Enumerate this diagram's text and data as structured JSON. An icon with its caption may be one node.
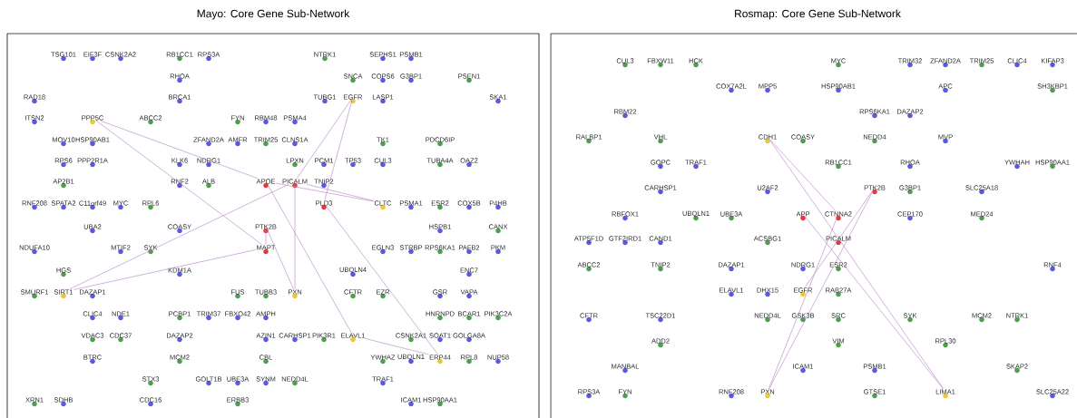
{
  "diagram": {
    "nodes": [
      {
        "text": [
          "Mayo: Core Gene Sub-Network"
        ]
      },
      {
        "text": [
          "TSG101"
        ],
        "in": 0
      },
      {
        "text": [
          "EIF3F"
        ],
        "in": 0
      },
      {
        "text": [
          "CSNK2A2"
        ],
        "in": 0
      },
      {
        "text": [
          "RB1CC1"
        ],
        "in": 0
      },
      {
        "text": [
          "RPS3A"
        ],
        "in": 0
      },
      {
        "text": [
          "NTRK1"
        ],
        "in": 0
      },
      {
        "text": [
          "SEPHS1"
        ],
        "in": 0
      },
      {
        "text": [
          "PSMB1"
        ],
        "in": 0
      },
      {
        "text": [
          "RHOA"
        ],
        "in": 0
      },
      {
        "text": [
          "SNCA"
        ],
        "in": 0
      },
      {
        "text": [
          "COPS6"
        ],
        "in": 0
      },
      {
        "text": [
          "G3BP1"
        ],
        "in": 0
      },
      {
        "text": [
          "PSEN1"
        ],
        "in": 0
      },
      {
        "text": [
          "RAD18"
        ],
        "in": 0
      },
      {
        "text": [
          "BRCA1"
        ],
        "in": 0
      },
      {
        "text": [
          "TUBG1"
        ],
        "in": 0
      },
      {
        "text": [
          "EGFR"
        ],
        "in": 0
      },
      {
        "text": [
          "LASP1"
        ],
        "in": 0
      },
      {
        "text": [
          "SKA1"
        ],
        "in": 0
      },
      {
        "text": [
          "ITSN2"
        ],
        "in": 0
      },
      {
        "text": [
          "PPP5C"
        ],
        "in": 0
      },
      {
        "text": [
          "ABCC2"
        ],
        "in": 0
      },
      {
        "text": [
          "FYN"
        ],
        "in": 0
      },
      {
        "text": [
          "RBM48"
        ],
        "in": 0
      },
      {
        "text": [
          "PSMA4"
        ],
        "in": 0
      },
      {
        "text": [
          "MOV10"
        ],
        "in": 0
      },
      {
        "text": [
          "HSP90AB1"
        ],
        "in": 0
      },
      {
        "text": [
          "ZFAND2A"
        ],
        "in": 0
      },
      {
        "text": [
          "AMFR"
        ],
        "in": 0
      },
      {
        "text": [
          "TRIM25"
        ],
        "in": 0
      },
      {
        "text": [
          "CLNS1A"
        ],
        "in": 0
      },
      {
        "text": [
          "TK1"
        ],
        "in": 0
      },
      {
        "text": [
          "PDCD6IP"
        ],
        "in": 0
      },
      {
        "text": [
          "RPS6"
        ],
        "in": 0
      },
      {
        "text": [
          "PPP2R1A"
        ],
        "in": 0
      },
      {
        "text": [
          "KLK6"
        ],
        "in": 0
      },
      {
        "text": [
          "NDRG1"
        ],
        "in": 0
      },
      {
        "text": [
          "LPXN"
        ],
        "in": 0
      },
      {
        "text": [
          "PCM1"
        ],
        "in": 0
      },
      {
        "text": [
          "TP53"
        ],
        "in": 0
      },
      {
        "text": [
          "CUL3"
        ],
        "in": 0
      },
      {
        "text": [
          "TUBA4A"
        ],
        "in": 0
      },
      {
        "text": [
          "OAZ2"
        ],
        "in": 0
      },
      {
        "text": [
          "AP2B1"
        ],
        "in": 0
      },
      {
        "text": [
          "RNF2"
        ],
        "in": 0
      },
      {
        "text": [
          "ALB"
        ],
        "in": 0
      },
      {
        "text": [
          "APOE"
        ],
        "in": 0
      },
      {
        "text": [
          "PICALM"
        ],
        "in": 0
      },
      {
        "text": [
          "TNIP2"
        ],
        "in": 0
      },
      {
        "text": [
          "RNF208"
        ],
        "in": 0
      },
      {
        "text": [
          "SPATA2"
        ],
        "in": 0
      },
      {
        "text": [
          "C11orf49"
        ],
        "in": 0
      },
      {
        "text": [
          "MYC"
        ],
        "in": 0
      },
      {
        "text": [
          "RPL6"
        ],
        "in": 0
      },
      {
        "text": [
          "PLD3"
        ],
        "in": 0
      },
      {
        "text": [
          "CLTC"
        ],
        "in": 0
      },
      {
        "text": [
          "PSMA1"
        ],
        "in": 0
      },
      {
        "text": [
          "ESR2"
        ],
        "in": 0
      },
      {
        "text": [
          "COX5B"
        ],
        "in": 0
      },
      {
        "text": [
          "P4HB"
        ],
        "in": 0
      },
      {
        "text": [
          "UBA2"
        ],
        "in": 0
      },
      {
        "text": [
          "COASY"
        ],
        "in": 0
      },
      {
        "text": [
          "PTK2B"
        ],
        "in": 0
      },
      {
        "text": [
          "HSPB1"
        ],
        "in": 0
      },
      {
        "text": [
          "CANX"
        ],
        "in": 0
      },
      {
        "text": [
          "NDUFA10"
        ],
        "in": 0
      },
      {
        "text": [
          "MTIF2"
        ],
        "in": 0
      },
      {
        "text": [
          "SYK"
        ],
        "in": 0
      },
      {
        "text": [
          "MAPT"
        ],
        "in": 0
      },
      {
        "text": [
          "EGLN3"
        ],
        "in": 0
      },
      {
        "text": [
          "STRBP"
        ],
        "in": 0
      },
      {
        "text": [
          "RPS6KA1"
        ],
        "in": 0
      },
      {
        "text": [
          "PAFB2"
        ],
        "in": 0
      },
      {
        "text": [
          "PKM"
        ],
        "in": 0
      },
      {
        "text": [
          "HGS"
        ],
        "in": 0
      },
      {
        "text": [
          "KDM1A"
        ],
        "in": 0
      },
      {
        "text": [
          "UBQLN4"
        ],
        "in": 0
      },
      {
        "text": [
          "ENC7"
        ],
        "in": 0
      },
      {
        "text": [
          "SMURF1"
        ],
        "in": 0
      },
      {
        "text": [
          "SIRT1"
        ],
        "in": 0
      },
      {
        "text": [
          "DAZAP1"
        ],
        "in": 0
      },
      {
        "text": [
          "FUS"
        ],
        "in": 0
      },
      {
        "text": [
          "TUBB3"
        ],
        "in": 0
      },
      {
        "text": [
          "PXN"
        ],
        "in": 0
      },
      {
        "text": [
          "CFTR"
        ],
        "in": 0
      },
      {
        "text": [
          "EZR"
        ],
        "in": 0
      },
      {
        "text": [
          "GSR"
        ],
        "in": 0
      },
      {
        "text": [
          "VAPA"
        ],
        "in": 0
      },
      {
        "text": [
          "CLIC4"
        ],
        "in": 0
      },
      {
        "text": [
          "NDE1"
        ],
        "in": 0
      },
      {
        "text": [
          "PCBP1"
        ],
        "in": 0
      },
      {
        "text": [
          "TRIM37"
        ],
        "in": 0
      },
      {
        "text": [
          "FBXO42"
        ],
        "in": 0
      },
      {
        "text": [
          "AMPH"
        ],
        "in": 0
      },
      {
        "text": [
          "HNRNPD"
        ],
        "in": 0
      },
      {
        "text": [
          "BCAR1"
        ],
        "in": 0
      },
      {
        "text": [
          "PIK3C2A"
        ],
        "in": 0
      },
      {
        "text": [
          "VDAC3"
        ],
        "in": 0
      },
      {
        "text": [
          "CDC37"
        ],
        "in": 0
      },
      {
        "text": [
          "DAZAP2"
        ],
        "in": 0
      },
      {
        "text": [
          "AZIN1"
        ],
        "in": 0
      },
      {
        "text": [
          "CARHSP1"
        ],
        "in": 0
      },
      {
        "text": [
          "PIK3R1"
        ],
        "in": 0
      },
      {
        "text": [
          "ELAVL1"
        ],
        "in": 0
      },
      {
        "text": [
          "CSNK2A1"
        ],
        "in": 0
      },
      {
        "text": [
          "SOAT1"
        ],
        "in": 0
      },
      {
        "text": [
          "GOLGA8A"
        ],
        "in": 0
      },
      {
        "text": [
          "BTRC"
        ],
        "in": 0
      },
      {
        "text": [
          "MCM2"
        ],
        "in": 0
      },
      {
        "text": [
          "CBL"
        ],
        "in": 0
      },
      {
        "text": [
          "YWHAZ"
        ],
        "in": 0
      },
      {
        "text": [
          "UBQLN1"
        ],
        "in": 0
      },
      {
        "text": [
          "ERP44"
        ],
        "in": 0
      },
      {
        "text": [
          "RPL8"
        ],
        "in": 0
      },
      {
        "text": [
          "NUP58"
        ],
        "in": 0
      },
      {
        "text": [
          "STX3"
        ],
        "in": 0
      },
      {
        "text": [
          "GOLT1B"
        ],
        "in": 0
      },
      {
        "text": [
          "UBE3A"
        ],
        "in": 0
      },
      {
        "text": [
          "SYNM"
        ],
        "in": 0
      },
      {
        "text": [
          "NEDD4L"
        ],
        "in": 0
      },
      {
        "text": [
          "TRAF1"
        ],
        "in": 0
      },
      {
        "text": [
          "XRN1"
        ],
        "in": 0
      },
      {
        "text": [
          "SDHB"
        ],
        "in": 0
      },
      {
        "text": [
          "CDC16"
        ],
        "in": 0
      },
      {
        "text": [
          "ERBB3"
        ],
        "in": 0
      },
      {
        "text": [
          "ICAM1"
        ],
        "in": 0
      },
      {
        "text": [
          "HSP90AA1"
        ],
        "in": 0
      },
      {
        "text": [
          "Rosmap: Core Gene Sub-Network"
        ]
      },
      {
        "text": [
          "CUL3"
        ],
        "in": 128
      },
      {
        "text": [
          "FBXW11"
        ],
        "in": 128
      },
      {
        "text": [
          "HCK"
        ],
        "in": 128
      },
      {
        "text": [
          "MYC"
        ],
        "in": 128
      },
      {
        "text": [
          "TRIM32"
        ],
        "in": 128
      },
      {
        "text": [
          "ZFAND2A"
        ],
        "in": 128
      },
      {
        "text": [
          "TRIM25"
        ],
        "in": 128
      },
      {
        "text": [
          "CLIC4"
        ],
        "in": 128
      },
      {
        "text": [
          "KIFAP3"
        ],
        "in": 128
      },
      {
        "text": [
          "COX7A2L"
        ],
        "in": 128
      },
      {
        "text": [
          "MPP5"
        ],
        "in": 128
      },
      {
        "text": [
          "HSP90AB1"
        ],
        "in": 128
      },
      {
        "text": [
          "APC"
        ],
        "in": 128
      },
      {
        "text": [
          "SH3KBP1"
        ],
        "in": 128
      },
      {
        "text": [
          "RBM22"
        ],
        "in": 128
      },
      {
        "text": [
          "RPS6KA1"
        ],
        "in": 128
      },
      {
        "text": [
          "DAZAP2"
        ],
        "in": 128
      },
      {
        "text": [
          "RALBP1"
        ],
        "in": 128
      },
      {
        "text": [
          "VHL"
        ],
        "in": 128
      },
      {
        "text": [
          "CDH1"
        ],
        "in": 128
      },
      {
        "text": [
          "COASY"
        ],
        "in": 128
      },
      {
        "text": [
          "NEDD4"
        ],
        "in": 128
      },
      {
        "text": [
          "MVP"
        ],
        "in": 128
      },
      {
        "text": [
          "GOPC"
        ],
        "in": 128
      },
      {
        "text": [
          "TRAF1"
        ],
        "in": 128
      },
      {
        "text": [
          "RB1CC1"
        ],
        "in": 128
      },
      {
        "text": [
          "RHOA"
        ],
        "in": 128
      },
      {
        "text": [
          "YWHAH"
        ],
        "in": 128
      },
      {
        "text": [
          "HSP90AA1"
        ],
        "in": 128
      },
      {
        "text": [
          "CARHSP1"
        ],
        "in": 128
      },
      {
        "text": [
          "U2AF2"
        ],
        "in": 128
      },
      {
        "text": [
          "PTK2B"
        ],
        "in": 128
      },
      {
        "text": [
          "G3BP1"
        ],
        "in": 128
      },
      {
        "text": [
          "SLC25A18"
        ],
        "in": 128
      },
      {
        "text": [
          "RBFOX1"
        ],
        "in": 128
      },
      {
        "text": [
          "UBQLN1"
        ],
        "in": 128
      },
      {
        "text": [
          "UBE3A"
        ],
        "in": 128
      },
      {
        "text": [
          "APP"
        ],
        "in": 128
      },
      {
        "text": [
          "CTNNA2"
        ],
        "in": 128
      },
      {
        "text": [
          "CEP170"
        ],
        "in": 128
      },
      {
        "text": [
          "MED24"
        ],
        "in": 128
      },
      {
        "text": [
          "ATP5F1D"
        ],
        "in": 128
      },
      {
        "text": [
          "GTF2IRD1"
        ],
        "in": 128
      },
      {
        "text": [
          "CAND1"
        ],
        "in": 128
      },
      {
        "text": [
          "ACSBG1"
        ],
        "in": 128
      },
      {
        "text": [
          "PICALM"
        ],
        "in": 128
      },
      {
        "text": [
          "ABCC2"
        ],
        "in": 128
      },
      {
        "text": [
          "TNIP2"
        ],
        "in": 128
      },
      {
        "text": [
          "DAZAP1"
        ],
        "in": 128
      },
      {
        "text": [
          "NDRG1"
        ],
        "in": 128
      },
      {
        "text": [
          "ESR2"
        ],
        "in": 128
      },
      {
        "text": [
          "RNF4"
        ],
        "in": 128
      },
      {
        "text": [
          "ELAVL1"
        ],
        "in": 128
      },
      {
        "text": [
          "DHX15"
        ],
        "in": 128
      },
      {
        "text": [
          "EGFR"
        ],
        "in": 128
      },
      {
        "text": [
          "RAB27A"
        ],
        "in": 128
      },
      {
        "text": [
          "CFTR"
        ],
        "in": 128
      },
      {
        "text": [
          "TSC22D1"
        ],
        "in": 128
      },
      {
        "text": [
          "NEDD4L"
        ],
        "in": 128
      },
      {
        "text": [
          "GSK3B"
        ],
        "in": 128
      },
      {
        "text": [
          "SRC"
        ],
        "in": 128
      },
      {
        "text": [
          "SYK"
        ],
        "in": 128
      },
      {
        "text": [
          "MCM2"
        ],
        "in": 128
      },
      {
        "text": [
          "NTRK1"
        ],
        "in": 128
      },
      {
        "text": [
          "ADD2"
        ],
        "in": 128
      },
      {
        "text": [
          "VIM"
        ],
        "in": 128
      },
      {
        "text": [
          "RPL30"
        ],
        "in": 128
      },
      {
        "text": [
          "MANBAL"
        ],
        "in": 128
      },
      {
        "text": [
          "ICAM1"
        ],
        "in": 128
      },
      {
        "text": [
          "PSMB1"
        ],
        "in": 128
      },
      {
        "text": [
          "SKAP2"
        ],
        "in": 128
      },
      {
        "text": [
          "RPS3A"
        ],
        "in": 128
      },
      {
        "text": [
          "FYN"
        ],
        "in": 128
      },
      {
        "text": [
          "RNF208"
        ],
        "in": 128
      },
      {
        "text": [
          "PXN"
        ],
        "in": 128
      },
      {
        "text": [
          "GTSE1"
        ],
        "in": 128
      },
      {
        "text": [
          "LIMA1"
        ],
        "in": 128
      },
      {
        "text": [
          "SLC25A22"
        ],
        "in": 128
      }
    ],
    "edges": [
      {
        "from": 21,
        "to": 47,
        "arrow": "none"
      },
      {
        "from": 21,
        "to": 69,
        "arrow": "none"
      },
      {
        "from": 47,
        "to": 56,
        "arrow": "none"
      },
      {
        "from": 48,
        "to": 56,
        "arrow": "none"
      },
      {
        "from": 17,
        "to": 48,
        "arrow": "none"
      },
      {
        "from": 17,
        "to": 55,
        "arrow": "none"
      },
      {
        "from": 80,
        "to": 48,
        "arrow": "none"
      },
      {
        "from": 80,
        "to": 69,
        "arrow": "none"
      },
      {
        "from": 63,
        "to": 69,
        "arrow": "none"
      },
      {
        "from": 63,
        "to": 84,
        "arrow": "none"
      },
      {
        "from": 48,
        "to": 84,
        "arrow": "none"
      },
      {
        "from": 47,
        "to": 104,
        "arrow": "none"
      },
      {
        "from": 55,
        "to": 113,
        "arrow": "none"
      },
      {
        "from": 104,
        "to": 113,
        "arrow": "none"
      },
      {
        "from": 148,
        "to": 167,
        "arrow": "none"
      },
      {
        "from": 148,
        "to": 205,
        "arrow": "none"
      },
      {
        "from": 166,
        "to": 205,
        "arrow": "none"
      },
      {
        "from": 160,
        "to": 203,
        "arrow": "none"
      },
      {
        "from": 160,
        "to": 183,
        "arrow": "none"
      },
      {
        "from": 167,
        "to": 203,
        "arrow": "none"
      }
    ]
  }
}
